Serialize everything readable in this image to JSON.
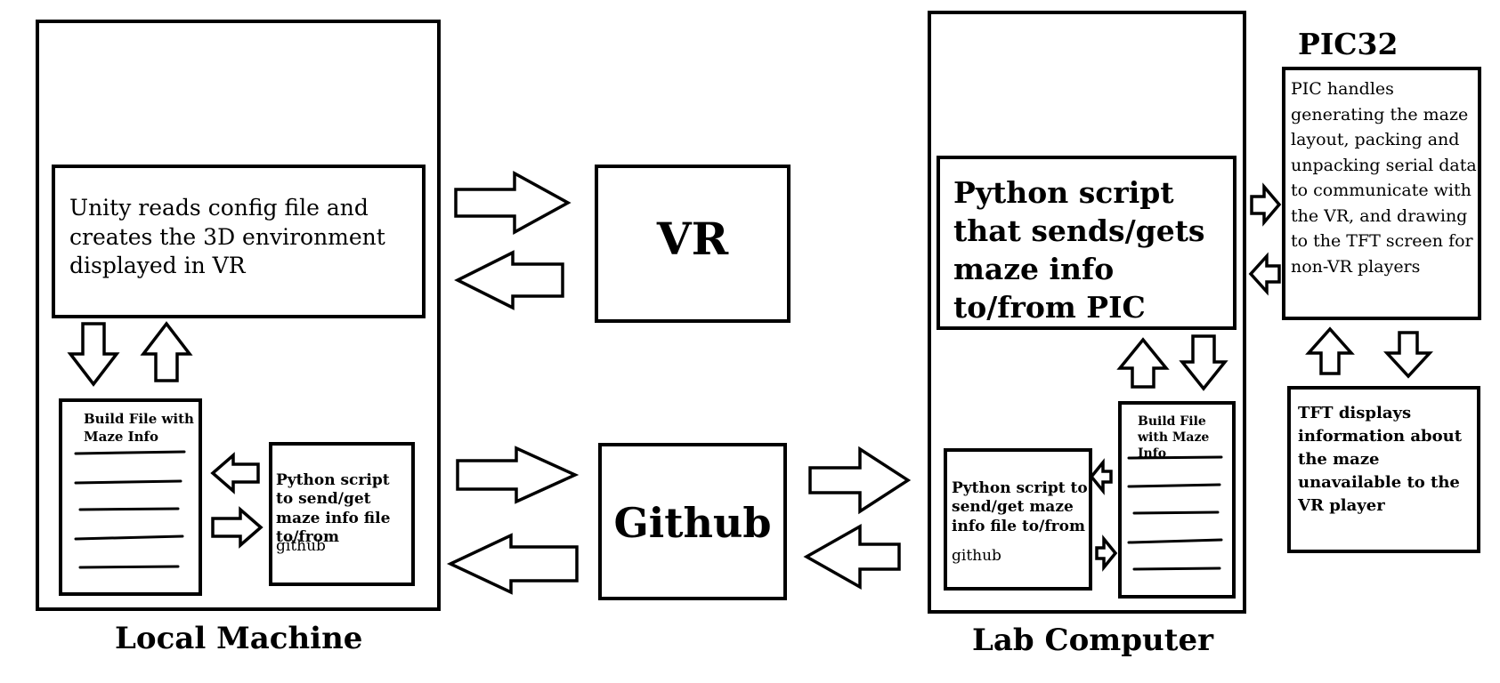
{
  "local_machine": {
    "label": "Local Machine",
    "unity_box_text": "Unity reads config file and creates the 3D environment displayed in VR",
    "build_file_title": "Build File with Maze Info",
    "python_box_text": "Python script to send/get maze info file to/from",
    "python_box_tail": "github"
  },
  "vr": {
    "label": "VR"
  },
  "github": {
    "label": "Github"
  },
  "lab_computer": {
    "label": "Lab Computer",
    "python_pic_text": "Python script that sends/gets maze info to/from PIC",
    "build_file_title": "Build File with Maze Info",
    "python_box_text": "Python script to send/get maze info file to/from",
    "python_box_tail": "github"
  },
  "pic32": {
    "label": "PIC32",
    "description": "PIC handles generating the maze layout, packing and unpacking serial data to communicate with the VR, and drawing to the TFT screen for non-VR players"
  },
  "tft": {
    "description": "TFT displays information about the maze unavailable to the VR player"
  }
}
